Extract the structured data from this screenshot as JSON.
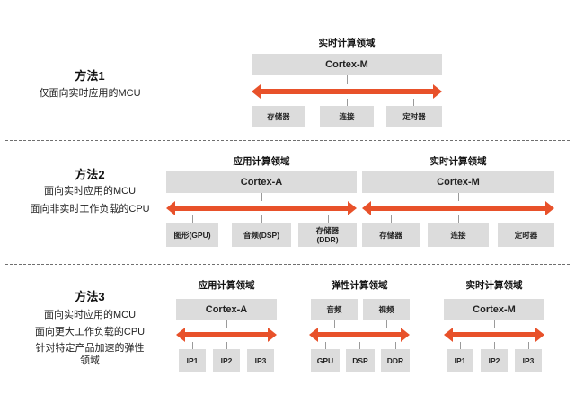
{
  "colors": {
    "arrow": "#e8512a",
    "box": "#dcdcdc",
    "divider": "#6f6f6f"
  },
  "method1": {
    "title": "方法1",
    "desc": [
      "仅面向实时应用的MCU"
    ],
    "realtime_domain": {
      "label": "实时计算领域",
      "core": "Cortex-M",
      "subs": [
        "存储器",
        "连接",
        "定时器"
      ]
    }
  },
  "method2": {
    "title": "方法2",
    "desc": [
      "面向实时应用的MCU",
      "面向非实时工作负载的CPU"
    ],
    "app_domain": {
      "label": "应用计算领域",
      "core": "Cortex-A",
      "subs": [
        "图形(GPU)",
        "音频(DSP)",
        "存储器\n(DDR)"
      ]
    },
    "realtime_domain": {
      "label": "实时计算领域",
      "core": "Cortex-M",
      "subs": [
        "存储器",
        "连接",
        "定时器"
      ]
    }
  },
  "method3": {
    "title": "方法3",
    "desc": [
      "面向实时应用的MCU",
      "面向更大工作负载的CPU",
      "针对特定产品加速的弹性\n领域"
    ],
    "app_domain": {
      "label": "应用计算领域",
      "core": "Cortex-A",
      "subs": [
        "IP1",
        "IP2",
        "IP3"
      ]
    },
    "elastic_domain": {
      "label": "弹性计算领域",
      "tops": [
        "音频",
        "视频"
      ],
      "subs": [
        "GPU",
        "DSP",
        "DDR"
      ]
    },
    "realtime_domain": {
      "label": "实时计算领域",
      "core": "Cortex-M",
      "subs": [
        "IP1",
        "IP2",
        "IP3"
      ]
    }
  }
}
